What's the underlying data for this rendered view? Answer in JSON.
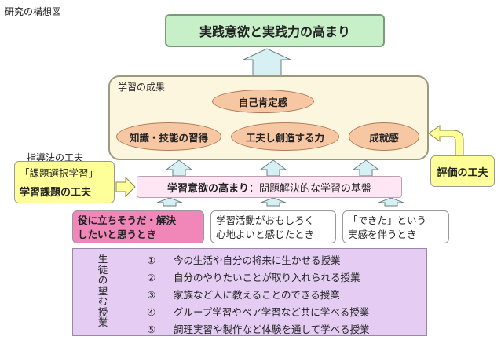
{
  "title": "研究の構想図",
  "goal": "実践意欲と実践力の高まり",
  "outcomes": {
    "label": "学習の成果",
    "items": [
      "自己肯定感",
      "知識・技能の習得",
      "工夫し創造する力",
      "成就感"
    ]
  },
  "teaching_method": {
    "label": "指導法の工夫",
    "line1": "「課題選択学習」",
    "line2": "学習課題の工夫"
  },
  "evaluation": "評価の工夫",
  "motivation": {
    "bold": "学習意欲の高まり",
    "rest": "：問題解決的な学習の基盤"
  },
  "conditions": [
    {
      "l1": "役に立ちそうだ・解決",
      "l2": "したいと思うとき"
    },
    {
      "l1": "学習活動がおもしろく",
      "l2": "心地よいと感じたとき"
    },
    {
      "l1": "「できた」という",
      "l2": "実感を伴うとき"
    }
  ],
  "student_wishes": {
    "title": "生徒の望む授業",
    "items": [
      {
        "num": "①",
        "text": "今の生活や自分の将来に生かせる授業"
      },
      {
        "num": "②",
        "text": "自分のやりたいことが取り入れられる授業"
      },
      {
        "num": "③",
        "text": "家族など人に教えることのできる授業"
      },
      {
        "num": "④",
        "text": "グループ学習やペア学習など共に学べる授業"
      },
      {
        "num": "⑤",
        "text": "調理実習や製作など体験を通して学べる授業"
      }
    ]
  },
  "colors": {
    "goal_fill": "#c8f0c8",
    "outcome_fill": "#fdf6df",
    "oval_fill": "#f7c7a4",
    "yellow_fill": "#ffff99",
    "motive_fill": "#ffe6f4",
    "pink_fill": "#f087b8",
    "wishes_fill": "#e4ccf2",
    "arrow_fill": "#d6f0f4"
  }
}
